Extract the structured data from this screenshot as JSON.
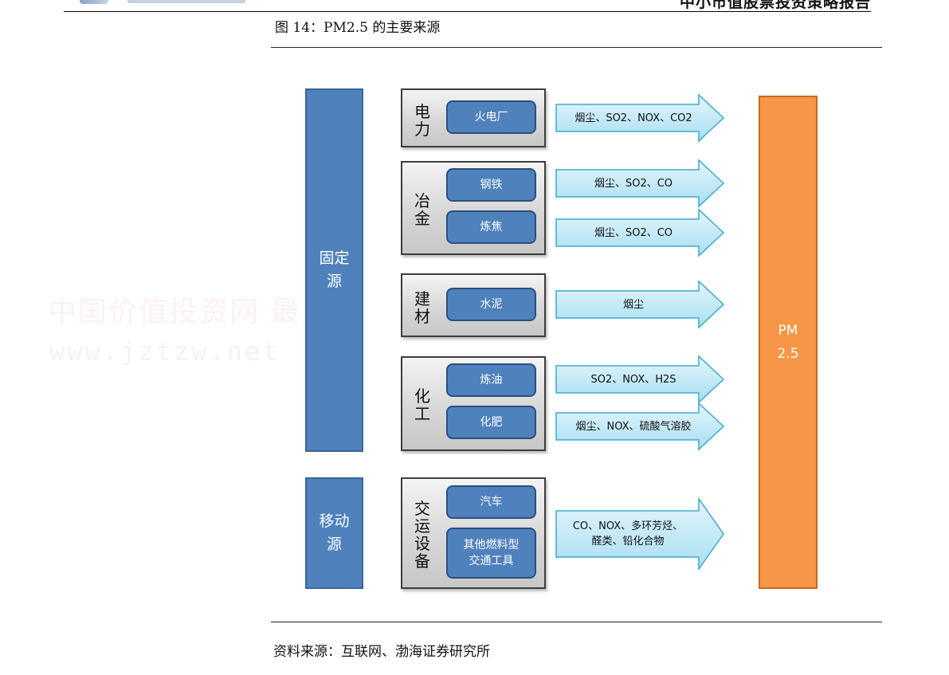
{
  "header": {
    "report_title": "中小市值股票投资策略报告"
  },
  "figure": {
    "caption": "图 14：PM2.5 的主要来源",
    "source": "资料来源：互联网、渤海证券研究所"
  },
  "watermark": {
    "text": "中国价值投资网 最 最",
    "url": "www.jztzw.net"
  },
  "diagram": {
    "source_types": [
      {
        "label": "固定\n源"
      },
      {
        "label": "移动\n源"
      }
    ],
    "sectors": [
      {
        "label": "电力"
      },
      {
        "label": "冶金"
      },
      {
        "label": "建材"
      },
      {
        "label": "化工"
      },
      {
        "label": "交运设备"
      }
    ],
    "subsources": [
      {
        "label": "火电厂"
      },
      {
        "label": "钢铁"
      },
      {
        "label": "炼焦"
      },
      {
        "label": "水泥"
      },
      {
        "label": "炼油"
      },
      {
        "label": "化肥"
      },
      {
        "label": "汽车"
      },
      {
        "label": "其他燃料型\n交通工具"
      }
    ],
    "emissions": [
      {
        "text": "烟尘、SO2、NOX、CO2"
      },
      {
        "text": "烟尘、SO2、CO"
      },
      {
        "text": "烟尘、SO2、CO"
      },
      {
        "text": "烟尘"
      },
      {
        "text": "SO2、NOX、H2S"
      },
      {
        "text": "烟尘、NOX、硫酸气溶胶"
      },
      {
        "text": "CO、NOX、多环芳烃、\n醛类、铅化合物"
      }
    ],
    "target": {
      "label": "PM\n2.5"
    }
  },
  "colors": {
    "blue": "#4f81bd",
    "orange": "#f79646",
    "arrow_fill": "#b7e6f5",
    "arrow_stroke": "#3fa9cf"
  }
}
